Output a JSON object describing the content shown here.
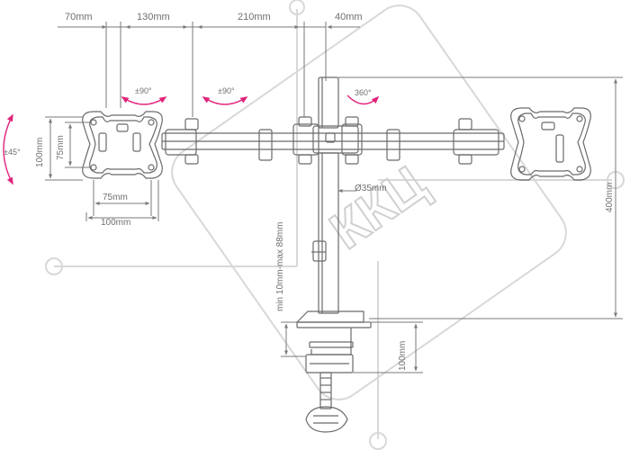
{
  "dimensions": {
    "top_left_70": "70mm",
    "top_130": "130mm",
    "top_210": "210mm",
    "top_40": "40mm",
    "left_outer_100": "100mm",
    "left_inner_75": "75mm",
    "bottom_inner_75": "75mm",
    "bottom_outer_100": "100mm",
    "pole_diameter": "Ø35mm",
    "clamp_range": "min 10mm-max 88mm",
    "height_total": "400mm",
    "clamp_height": "100mm"
  },
  "rotations": {
    "tilt": "±45°",
    "swivel_a": "±90°",
    "swivel_b": "±90°",
    "rotate": "360°"
  },
  "watermark": "ККЦ",
  "colors": {
    "line": "#6a6a6a",
    "dimension": "#7a7a7a",
    "label": "#6f6f6f",
    "rotation": "#e0247c",
    "watermark": "#d4d4d4"
  }
}
